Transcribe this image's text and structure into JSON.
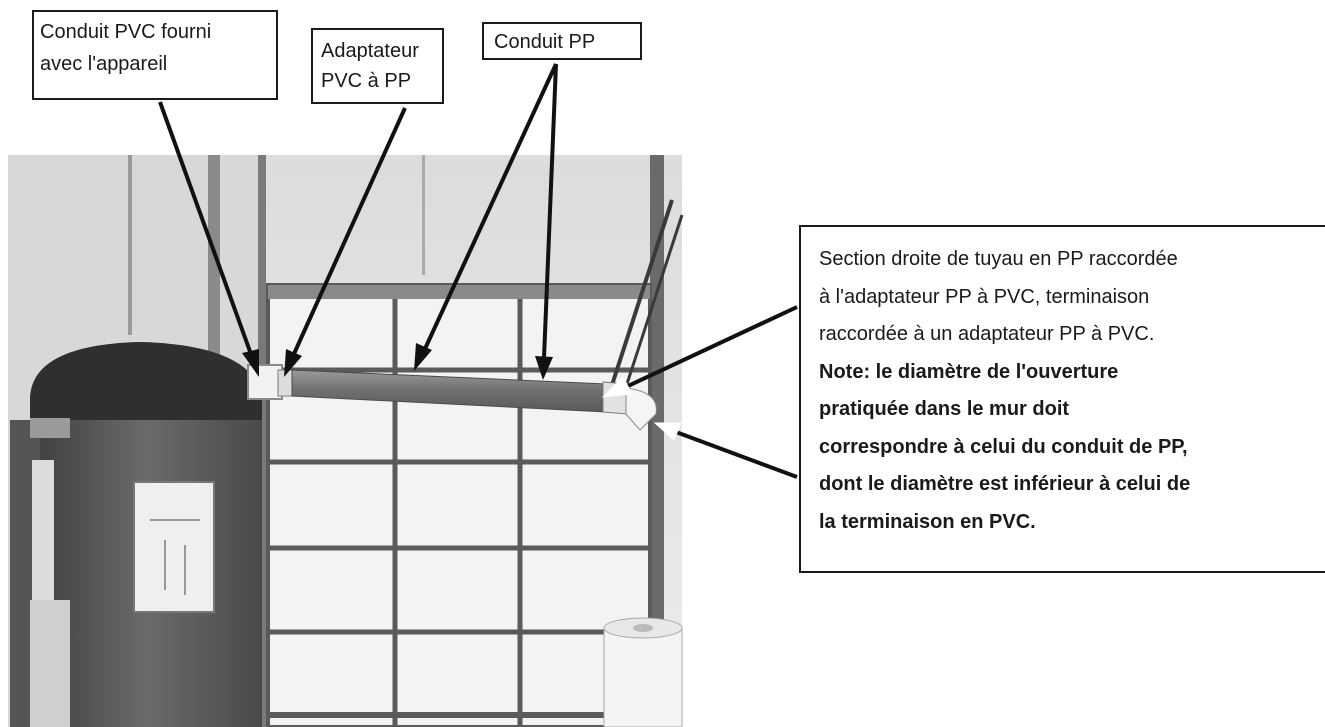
{
  "callouts": {
    "pvc_supplied": {
      "lines": [
        "Conduit PVC fourni",
        "avec l'appareil"
      ]
    },
    "adapter": {
      "lines": [
        "Adaptateur",
        "PVC à PP"
      ]
    },
    "pp_conduit": {
      "lines": [
        "Conduit PP"
      ]
    },
    "straight_section": {
      "lines": [
        "Section droite de tuyau en PP raccordée",
        "à l'adaptateur PP à PVC, terminaison",
        "raccordée à un adaptateur PP à PVC."
      ],
      "note_lines": [
        "Note: le diamètre de l'ouverture",
        "pratiquée dans le mur doit",
        "correspondre à celui du conduit de PP,",
        "dont le diamètre est inférieur à celui de",
        "la terminaison en PVC."
      ]
    }
  }
}
